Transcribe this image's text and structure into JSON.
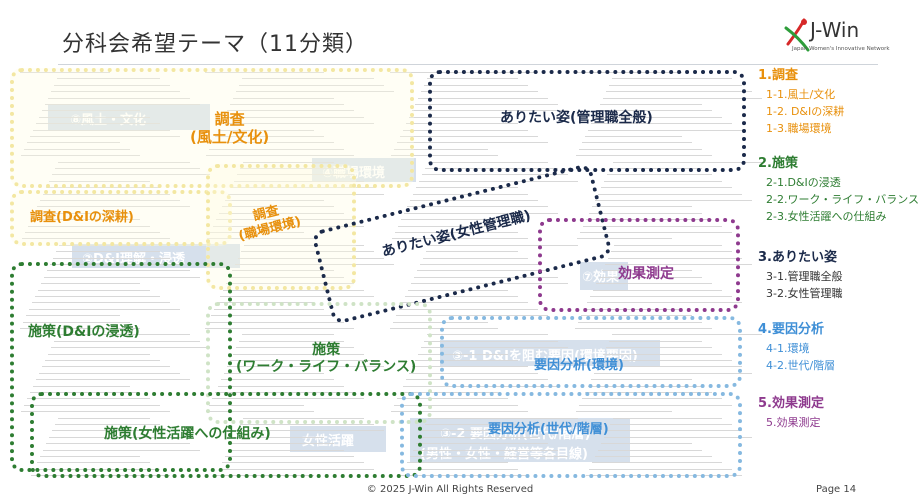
{
  "title": "分科会希望テーマ（11分類）",
  "logo": {
    "name": "J-Win",
    "subtitle": "Japan Women's Innovative Network"
  },
  "footer": "© 2025 J-Win All Rights Reserved",
  "page_label": "Page 14",
  "sidebar": [
    {
      "heading": "1.調査",
      "color": "#e8900c",
      "items": [
        "1-1.風土/文化",
        "1-2. D&Iの深耕",
        "1-3.職場環境"
      ]
    },
    {
      "heading": "2.施策",
      "color": "#2e7d32",
      "items": [
        "2-1.D&Iの浸透",
        "2-2.ワーク・ライフ・バランス",
        "2-3.女性活躍への仕組み"
      ]
    },
    {
      "heading": "3.ありたい姿",
      "color": "#1b2a4a",
      "items": [
        "3-1.管理職全般",
        "3-2.女性管理職"
      ]
    },
    {
      "heading": "4.要因分析",
      "color": "#3f8fd6",
      "items": [
        "4-1.環境",
        "4-2.世代/階層"
      ]
    },
    {
      "heading": "5.効果測定",
      "color": "#8e3a8e",
      "items": [
        "5.効果測定"
      ]
    }
  ],
  "bands": [
    "⑧風土・文化",
    "④職場環境",
    "②D&I理解・浸透",
    "⑦効果",
    "③-1 D&Iを阻む要因(環境要因)",
    "③-2 要因分析(世代/階層)",
    "(男性・女性・経営等各目線)",
    "女性活躍"
  ],
  "labels": {
    "culture": [
      "調査",
      "(風土/文化)"
    ],
    "dni_deep": "調査(D&Iの深耕)",
    "workplace": [
      "調査",
      "(職場環境)"
    ],
    "mgr_all": "ありたい姿(管理職全般)",
    "female_mgr": "ありたい姿(女性管理職)",
    "effect": "効果測定",
    "dni_spread": "施策(D&Iの浸透)",
    "wlb": [
      "施策",
      "(ワーク・ライフ・バランス)"
    ],
    "female_system": "施策(女性活躍への仕組み)",
    "env_factor": "要因分析(環境)",
    "gen_factor": "要因分析(世代/階層)"
  }
}
